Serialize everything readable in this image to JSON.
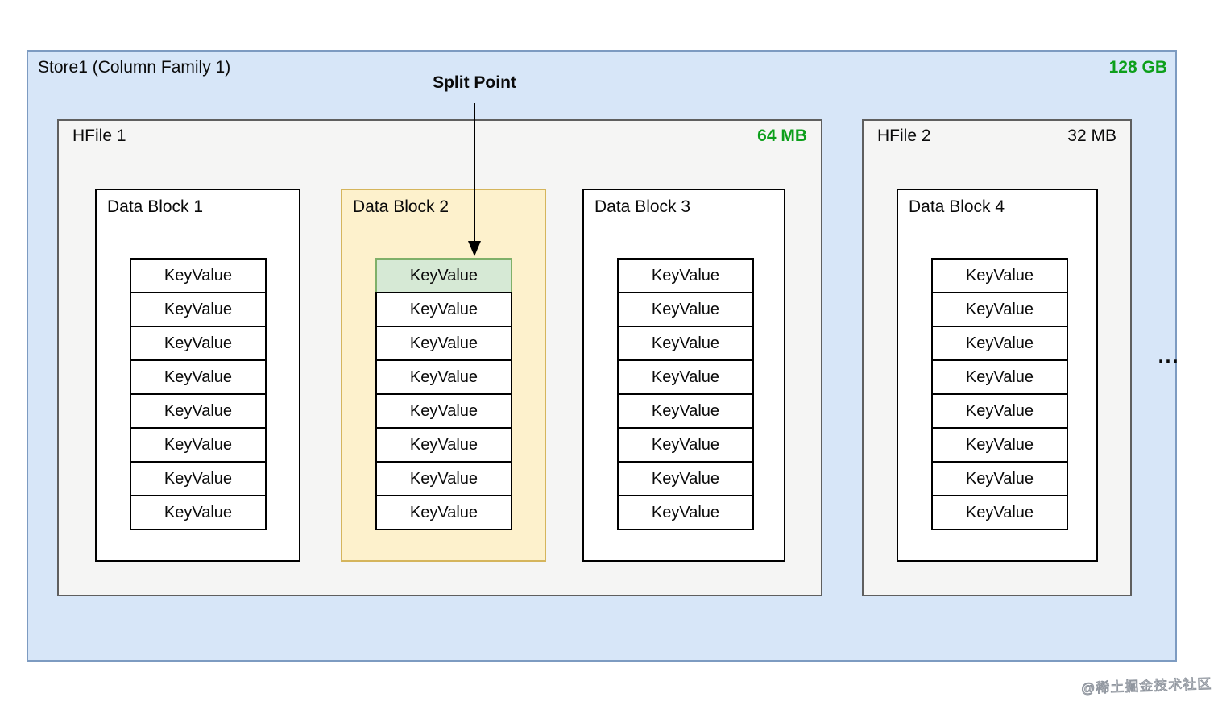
{
  "store": {
    "title": "Store1 (Column Family 1)",
    "size_label": "128 GB",
    "split_point": {
      "label": "Split Point"
    },
    "ellipsis": "...",
    "hfiles": [
      {
        "name": "HFile 1",
        "size": "64 MB"
      },
      {
        "name": "HFile 2",
        "size": "32 MB"
      }
    ],
    "data_blocks": [
      {
        "label": "Data Block 1",
        "rows": [
          {
            "label": "KeyValue",
            "highlighted": false
          },
          {
            "label": "KeyValue",
            "highlighted": false
          },
          {
            "label": "KeyValue",
            "highlighted": false
          },
          {
            "label": "KeyValue",
            "highlighted": false
          },
          {
            "label": "KeyValue",
            "highlighted": false
          },
          {
            "label": "KeyValue",
            "highlighted": false
          },
          {
            "label": "KeyValue",
            "highlighted": false
          },
          {
            "label": "KeyValue",
            "highlighted": false
          }
        ]
      },
      {
        "label": "Data Block 2",
        "rows": [
          {
            "label": "KeyValue",
            "highlighted": true
          },
          {
            "label": "KeyValue",
            "highlighted": false
          },
          {
            "label": "KeyValue",
            "highlighted": false
          },
          {
            "label": "KeyValue",
            "highlighted": false
          },
          {
            "label": "KeyValue",
            "highlighted": false
          },
          {
            "label": "KeyValue",
            "highlighted": false
          },
          {
            "label": "KeyValue",
            "highlighted": false
          },
          {
            "label": "KeyValue",
            "highlighted": false
          }
        ]
      },
      {
        "label": "Data Block 3",
        "rows": [
          {
            "label": "KeyValue",
            "highlighted": false
          },
          {
            "label": "KeyValue",
            "highlighted": false
          },
          {
            "label": "KeyValue",
            "highlighted": false
          },
          {
            "label": "KeyValue",
            "highlighted": false
          },
          {
            "label": "KeyValue",
            "highlighted": false
          },
          {
            "label": "KeyValue",
            "highlighted": false
          },
          {
            "label": "KeyValue",
            "highlighted": false
          },
          {
            "label": "KeyValue",
            "highlighted": false
          }
        ]
      },
      {
        "label": "Data Block 4",
        "rows": [
          {
            "label": "KeyValue",
            "highlighted": false
          },
          {
            "label": "KeyValue",
            "highlighted": false
          },
          {
            "label": "KeyValue",
            "highlighted": false
          },
          {
            "label": "KeyValue",
            "highlighted": false
          },
          {
            "label": "KeyValue",
            "highlighted": false
          },
          {
            "label": "KeyValue",
            "highlighted": false
          },
          {
            "label": "KeyValue",
            "highlighted": false
          },
          {
            "label": "KeyValue",
            "highlighted": false
          }
        ]
      }
    ]
  },
  "watermark": "@稀土掘金技术社区",
  "colors": {
    "store_fill": "#d7e6f8",
    "store_border": "#7d9bc1",
    "hfile_fill": "#f5f5f4",
    "hfile_border": "#5f5f5f",
    "block2_fill": "#fdf1cc",
    "block2_border": "#d5b55c",
    "highlight_fill": "#d6e9d5",
    "highlight_border": "#7fb069",
    "size_green": "#0d9f1b"
  }
}
